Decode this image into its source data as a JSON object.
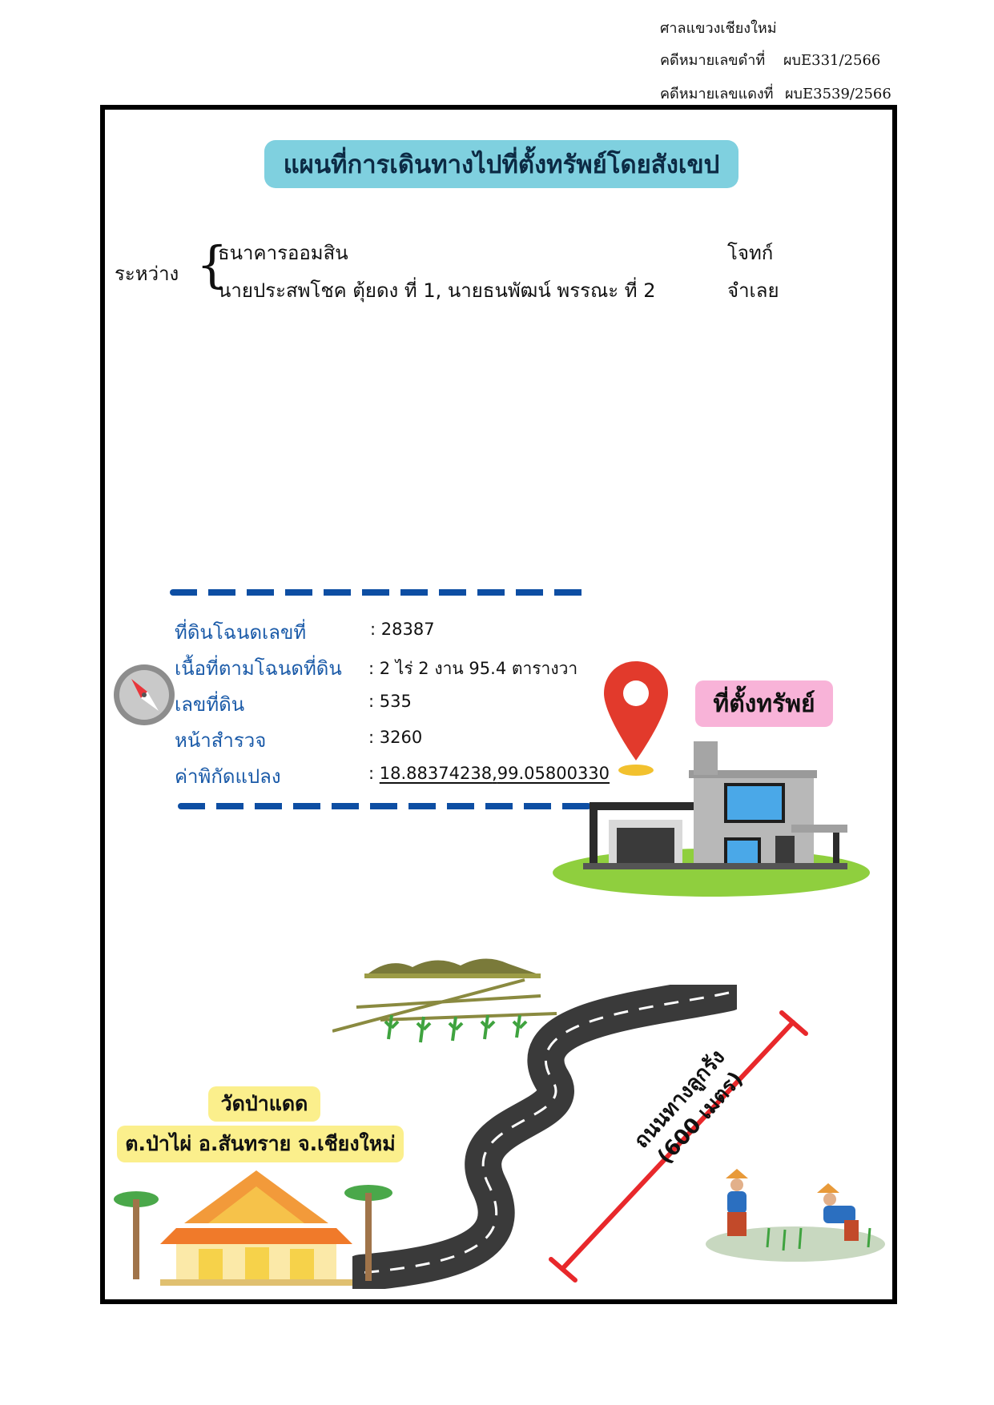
{
  "header": {
    "court": "ศาลแขวงเชียงใหม่",
    "black_case_label": "คดีหมายเลขดำที่",
    "black_case_no": "ผบE331/2566",
    "red_case_label": "คดีหมายเลขแดงที่",
    "red_case_no": "ผบE3539/2566"
  },
  "title": "แผนที่การเดินทางไปที่ตั้งทรัพย์โดยสังเขป",
  "parties": {
    "between_label": "ระหว่าง",
    "plaintiff_name": "ธนาคารออมสิน",
    "plaintiff_role": "โจทก์",
    "defendant_name": "นายประสพโชค  ตุ้ยดง ที่ 1, นายธนพัฒน์  พรรณะ ที่ 2",
    "defendant_role": "จำเลย"
  },
  "property_info": [
    {
      "label": "ที่ดินโฉนดเลขที่",
      "value": ":  28387"
    },
    {
      "label": "เนื้อที่ตามโฉนดที่ดิน",
      "value": ": 2 ไร่ 2 งาน 95.4 ตารางวา"
    },
    {
      "label": "เลขที่ดิน",
      "value": ": 535"
    },
    {
      "label": "หน้าสำรวจ",
      "value": ": 3260"
    },
    {
      "label": "ค่าพิกัดแปลง",
      "value_prefix": ": ",
      "lat": "18.88374238",
      "sep": ",",
      "lon": "99.05800330"
    }
  ],
  "map": {
    "property_tag": "ที่ตั้งทรัพย์",
    "temple_name": "วัดป่าแดด",
    "temple_address": "ต.ป่าไผ่ อ.สันทราย จ.เชียงใหม่",
    "road_name": "ถนนทางลูกรัง",
    "road_length": "(600 เมตร)"
  },
  "colors": {
    "title_bg": "#7fd0df",
    "label_blue": "#1a5aa8",
    "dash_blue": "#0d4ea3",
    "pin_red": "#e23a2c",
    "pink_tag": "#f8b3d8",
    "yellow_tag": "#fbef8c",
    "distance_line": "#e8282b"
  }
}
